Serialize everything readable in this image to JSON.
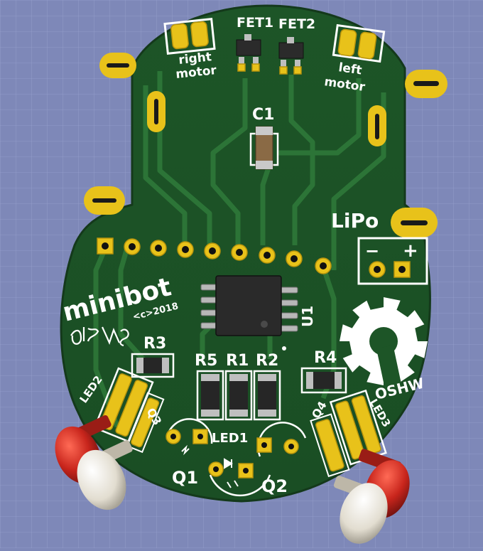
{
  "board": {
    "labels": {
      "fet1": "FET1",
      "fet2": "FET2",
      "right_motor_1": "right",
      "right_motor_2": "motor",
      "left_motor_1": "left",
      "left_motor_2": "motor",
      "c1": "C1",
      "lipo": "LiPo",
      "minus": "−",
      "plus": "+",
      "title": "minibot",
      "copyright": "<c>2018",
      "u1": "U1",
      "r3": "R3",
      "r5": "R5",
      "r1": "R1",
      "r2": "R2",
      "r4": "R4",
      "oshw": "OSHW",
      "led2": "LED2",
      "led3": "LED3",
      "led1": "LED1",
      "q3": "Q3",
      "q4": "Q4",
      "q1": "Q1",
      "q2": "Q2"
    }
  },
  "colors": {
    "background": "#7e88b8",
    "board": "#1f5a2a",
    "copper_trace": "#2f7a3a",
    "pad_gold": "#e8c21a",
    "silkscreen": "#ffffff",
    "component_body": "#2b2b2b",
    "led_red": "#c8251c",
    "led_white": "#e8e4d8"
  }
}
